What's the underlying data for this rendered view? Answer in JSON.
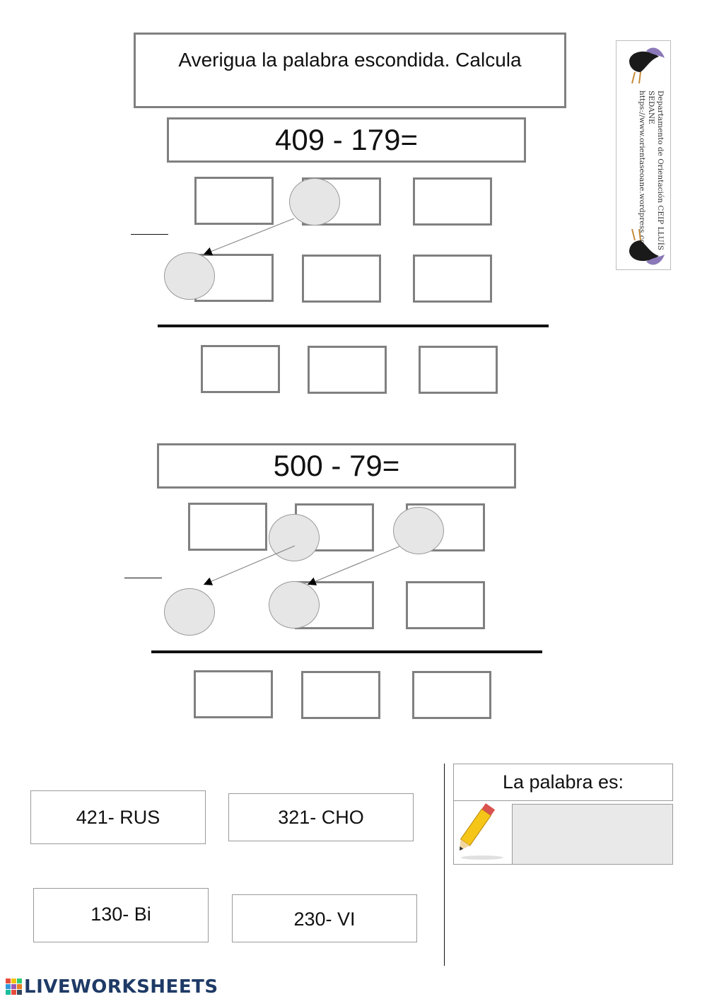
{
  "instruction": "Averigua la palabra escondida. Calcula",
  "problem1": {
    "equation": "409 - 179="
  },
  "problem2": {
    "equation": "500 - 79="
  },
  "options": [
    {
      "label": "421- RUS"
    },
    {
      "label": "321- CHO"
    },
    {
      "label": "130- Bi"
    },
    {
      "label": "230- VI"
    }
  ],
  "answer": {
    "label": "La palabra es:",
    "value": ""
  },
  "logo": {
    "line1": "Departamento de Orientación CEIP LLUÍS",
    "line2": "SEDANE",
    "line3": "https://www.orientaseoane.wordpress.com"
  },
  "brand": {
    "name": "LIVEWORKSHEETS"
  },
  "colors": {
    "box_border": "#808080",
    "circle_fill": "#e6e6e6",
    "brand": "#1e3a66"
  }
}
